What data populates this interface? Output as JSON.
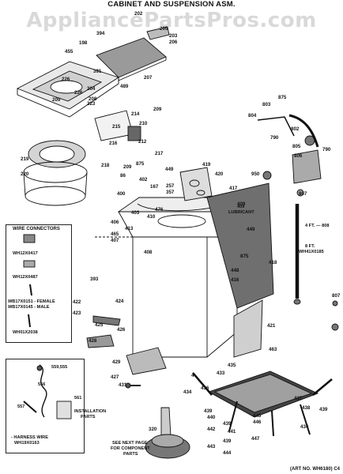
{
  "title": "CABINET AND SUSPENSION ASM.",
  "watermark": "AppliancePartsPros.com",
  "wire_connectors": {
    "heading": "WIRE CONNECTORS",
    "items": [
      "WH12X0417",
      "WH12X0487",
      "WB17X0151 - FEMALE",
      "WB17X0145 - MALE",
      "WH01X2038"
    ]
  },
  "harness": {
    "part_numbers": [
      "559,555",
      "556",
      "557"
    ],
    "caption_line1": "- HARNESS WIRE",
    "caption_line2": "WH19X0163"
  },
  "installation": {
    "number": "561",
    "line1": "INSTALLATION",
    "line2": "PARTS"
  },
  "see_next_page": [
    "SEE NEXT PAGE",
    "FOR COMPONENT",
    "PARTS"
  ],
  "lubricant": {
    "number": "409",
    "label": "LUBRICANT"
  },
  "hose_4ft": "4 FT. — 808",
  "hose_8ft": [
    "8 FT.",
    "WH41X0185"
  ],
  "art_no": "(ART NO. WH6180) C4",
  "part_labels": [
    "202",
    "205",
    "203",
    "206",
    "394",
    "198",
    "455",
    "391",
    "207",
    "489",
    "226",
    "204",
    "208",
    "209",
    "223",
    "226",
    "209",
    "214",
    "215",
    "210",
    "216",
    "212",
    "875",
    "217",
    "219",
    "218",
    "209",
    "220",
    "803",
    "875",
    "804",
    "802",
    "790",
    "790",
    "805",
    "806",
    "950",
    "807",
    "419",
    "420",
    "449",
    "417",
    "86",
    "402",
    "167",
    "257",
    "357",
    "400",
    "406",
    "410",
    "403",
    "476",
    "413",
    "465",
    "407",
    "408",
    "393",
    "409",
    "449",
    "875",
    "418",
    "448",
    "416",
    "422",
    "423",
    "424",
    "425",
    "426",
    "428",
    "429",
    "427",
    "431",
    "4",
    "421",
    "463",
    "807",
    "433",
    "435",
    "434",
    "436",
    "439",
    "440",
    "439",
    "441",
    "445",
    "446",
    "442",
    "447",
    "439",
    "443",
    "444",
    "437",
    "438",
    "439",
    "434",
    "320"
  ]
}
